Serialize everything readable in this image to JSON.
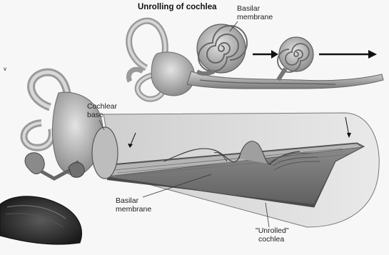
{
  "title": "Unrolling of cochlea",
  "labels": {
    "basilar_membrane_top_line1": "Basilar",
    "basilar_membrane_top_line2": "membrane",
    "cochlear_base_line1": "Cochlear",
    "cochlear_base_line2": "base",
    "basilar_membrane_bottom_line1": "Basilar",
    "basilar_membrane_bottom_line2": "membrane",
    "unrolled_cochlea_line1": "\"Unrolled\"",
    "unrolled_cochlea_line2": "cochlea"
  },
  "small_mark": "v"
}
